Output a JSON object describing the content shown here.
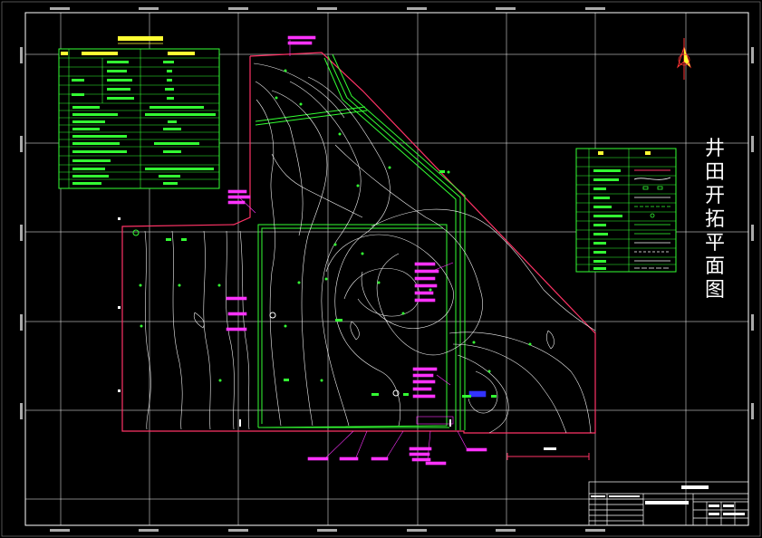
{
  "drawing": {
    "title_vertical": [
      "井",
      "田",
      "开",
      "拓",
      "平",
      "面",
      "图"
    ]
  },
  "colors": {
    "background": "#000000",
    "frame": "#ffffff",
    "contour": "#ffffff",
    "boundary": "#ff3366",
    "roadway": "#33ff33",
    "annotation": "#ff33ff",
    "table_border": "#33ff33",
    "table_header": "#ffff33"
  },
  "icons": {
    "north_arrow": "north-arrow-icon"
  }
}
